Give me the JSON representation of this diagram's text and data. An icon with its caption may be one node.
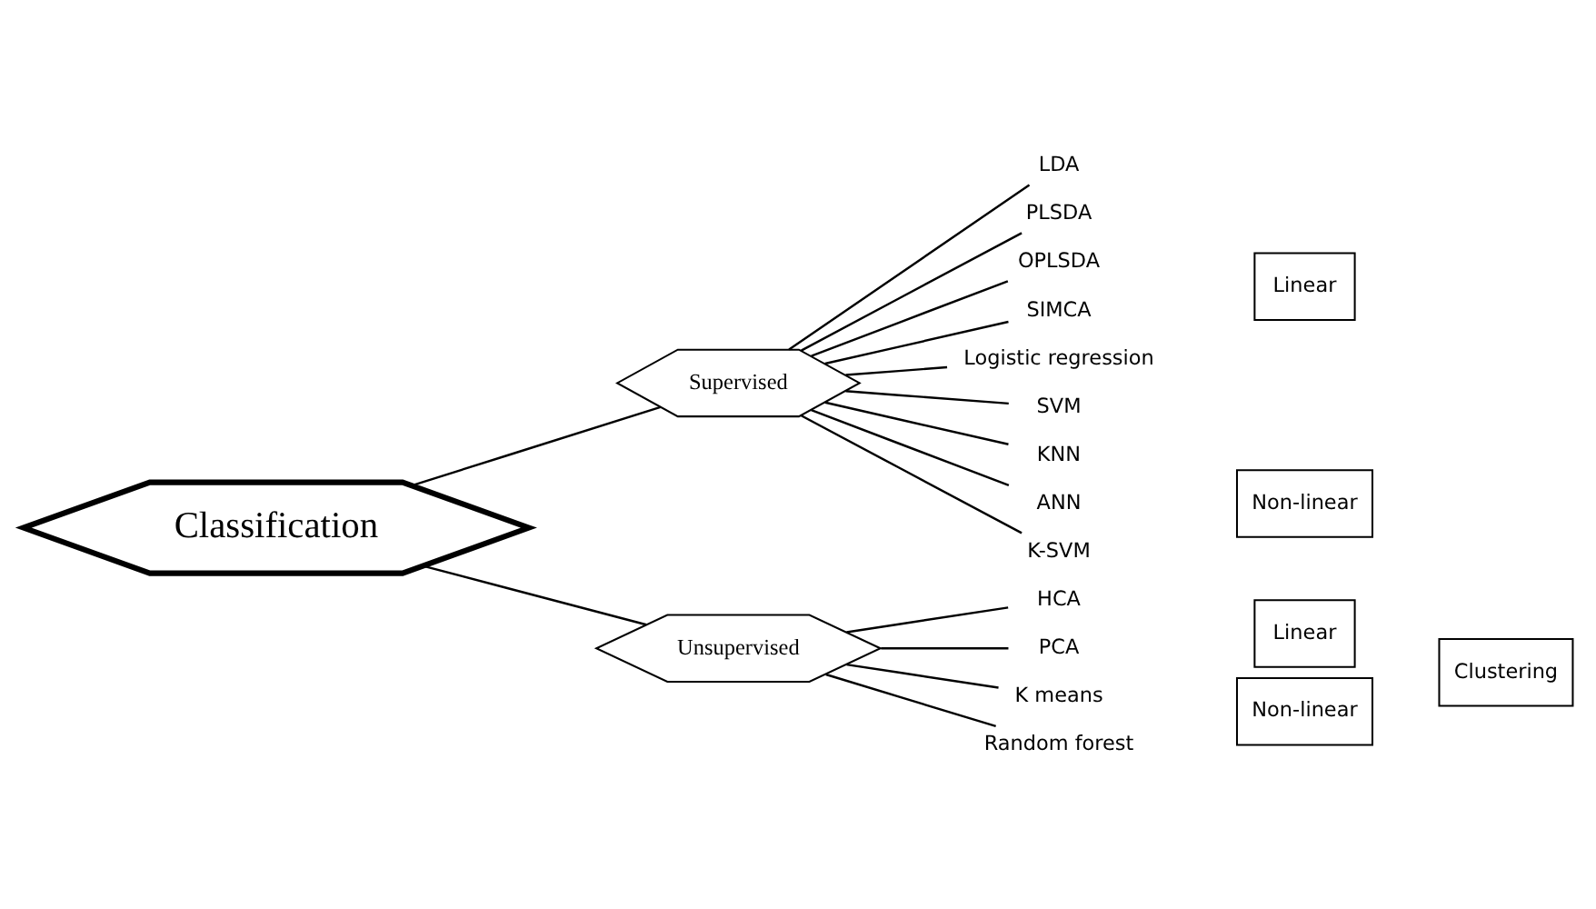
{
  "diagram": {
    "nodes": [
      {
        "text": [
          "Classification"
        ]
      },
      {
        "text": [
          "Supervised"
        ]
      },
      {
        "text": [
          "LDA"
        ]
      },
      {
        "text": [
          "PLSDA"
        ]
      },
      {
        "text": [
          "OPLSDA"
        ]
      },
      {
        "text": [
          "SIMCA"
        ]
      },
      {
        "text": [
          "Logistic regression"
        ]
      },
      {
        "text": [
          "SVM"
        ]
      },
      {
        "text": [
          "KNN"
        ]
      },
      {
        "text": [
          "ANN"
        ]
      },
      {
        "text": [
          "K-SVM"
        ]
      },
      {
        "text": [
          "Linear"
        ]
      },
      {
        "text": [
          "Non-linear"
        ]
      },
      {
        "text": [
          "Unsupervised"
        ]
      },
      {
        "text": [
          "HCA"
        ]
      },
      {
        "text": [
          "PCA"
        ]
      },
      {
        "text": [
          "K means"
        ]
      },
      {
        "text": [
          "Random forest"
        ]
      },
      {
        "text": [
          "Linear"
        ]
      },
      {
        "text": [
          "Non-linear"
        ]
      },
      {
        "text": [
          "Clustering"
        ]
      }
    ],
    "edges": [
      {
        "from": 0,
        "to": 1,
        "arrow": "none"
      },
      {
        "from": 0,
        "to": 13,
        "arrow": "none"
      },
      {
        "from": 1,
        "to": 2,
        "arrow": "none"
      },
      {
        "from": 1,
        "to": 3,
        "arrow": "none"
      },
      {
        "from": 1,
        "to": 4,
        "arrow": "none"
      },
      {
        "from": 1,
        "to": 5,
        "arrow": "none"
      },
      {
        "from": 1,
        "to": 6,
        "arrow": "none"
      },
      {
        "from": 1,
        "to": 7,
        "arrow": "none"
      },
      {
        "from": 1,
        "to": 8,
        "arrow": "none"
      },
      {
        "from": 1,
        "to": 9,
        "arrow": "none"
      },
      {
        "from": 1,
        "to": 10,
        "arrow": "none"
      },
      {
        "from": 13,
        "to": 14,
        "arrow": "none"
      },
      {
        "from": 13,
        "to": 15,
        "arrow": "none"
      },
      {
        "from": 13,
        "to": 16,
        "arrow": "none"
      },
      {
        "from": 13,
        "to": 17,
        "arrow": "none"
      }
    ]
  }
}
